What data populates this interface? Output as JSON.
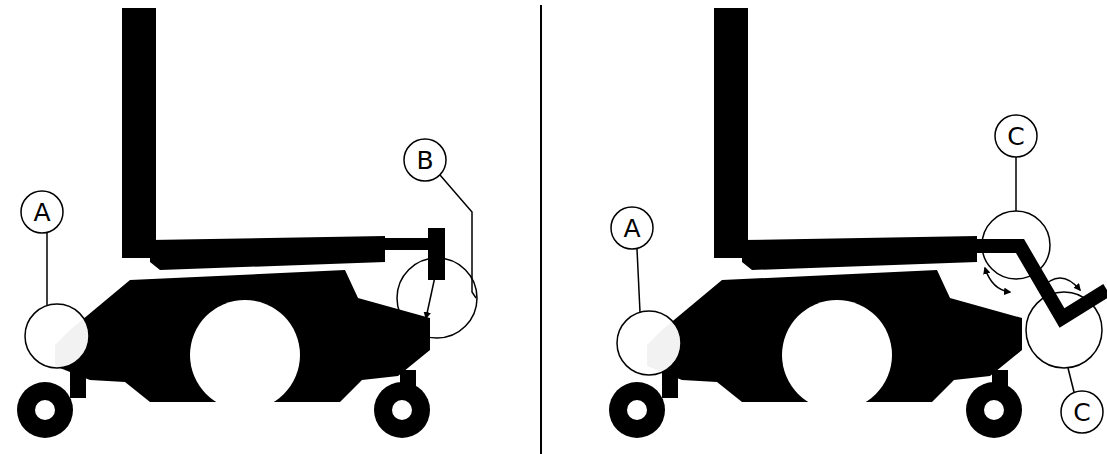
{
  "diagram": {
    "labels": [
      "A",
      "B",
      "A",
      "C",
      "C"
    ]
  }
}
